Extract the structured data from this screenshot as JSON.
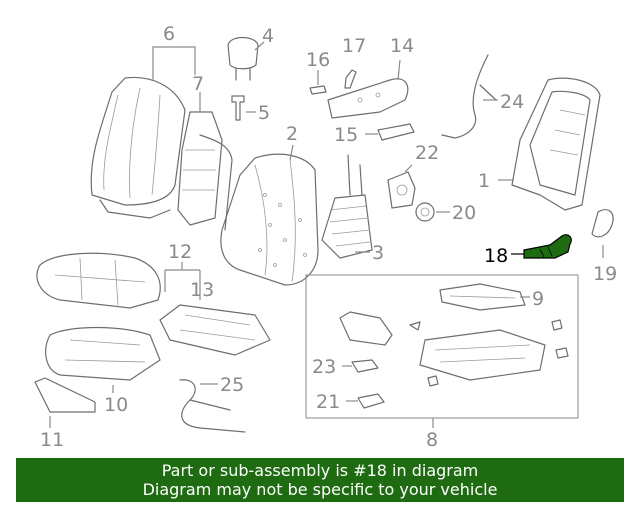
{
  "diagram": {
    "labels": {
      "p1": "1",
      "p2": "2",
      "p3": "3",
      "p4": "4",
      "p5": "5",
      "p6": "6",
      "p7": "7",
      "p8": "8",
      "p9": "9",
      "p10": "10",
      "p11": "11",
      "p12": "12",
      "p13": "13",
      "p14": "14",
      "p15": "15",
      "p16": "16",
      "p17": "17",
      "p18": "18",
      "p19": "19",
      "p20": "20",
      "p21": "21",
      "p22": "22",
      "p23": "23",
      "p24": "24",
      "p25": "25"
    },
    "highlighted_part": "18",
    "highlight_color": "#1e6b12"
  },
  "footer": {
    "line1": "Part or sub-assembly is #18 in diagram",
    "line2": "Diagram may not be specific to your vehicle",
    "background": "#1e6b12"
  }
}
